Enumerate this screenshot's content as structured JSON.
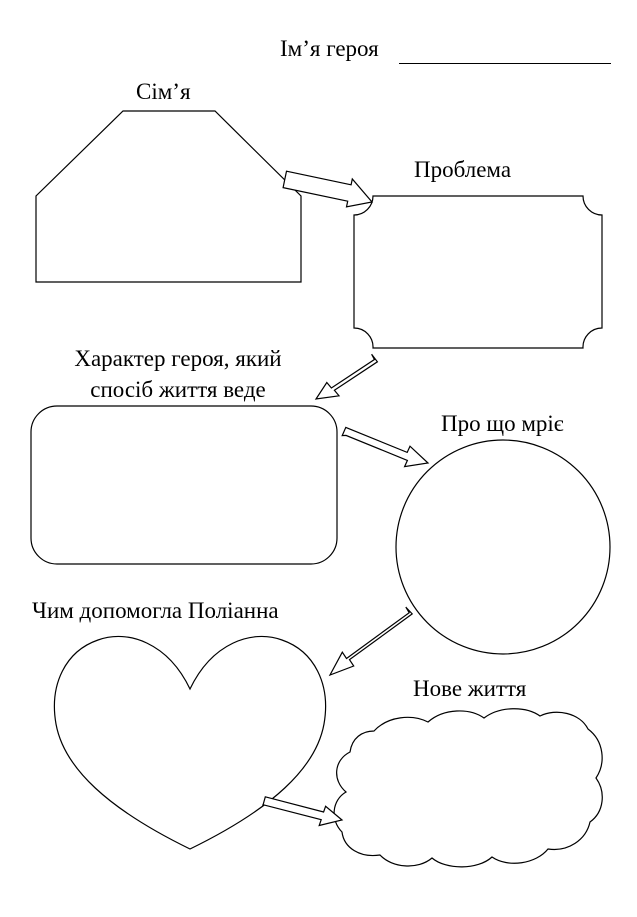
{
  "hero_name": {
    "label": "Ім’я героя"
  },
  "sections": {
    "family": "Сім’я",
    "problem": "Проблема",
    "character": "Характер героя, який спосіб життя веде",
    "dream": "Про що мріє",
    "help": "Чим допомогла Поліанна",
    "new_life": "Нове життя"
  },
  "colors": {
    "ink": "#000000",
    "paper": "#ffffff"
  }
}
